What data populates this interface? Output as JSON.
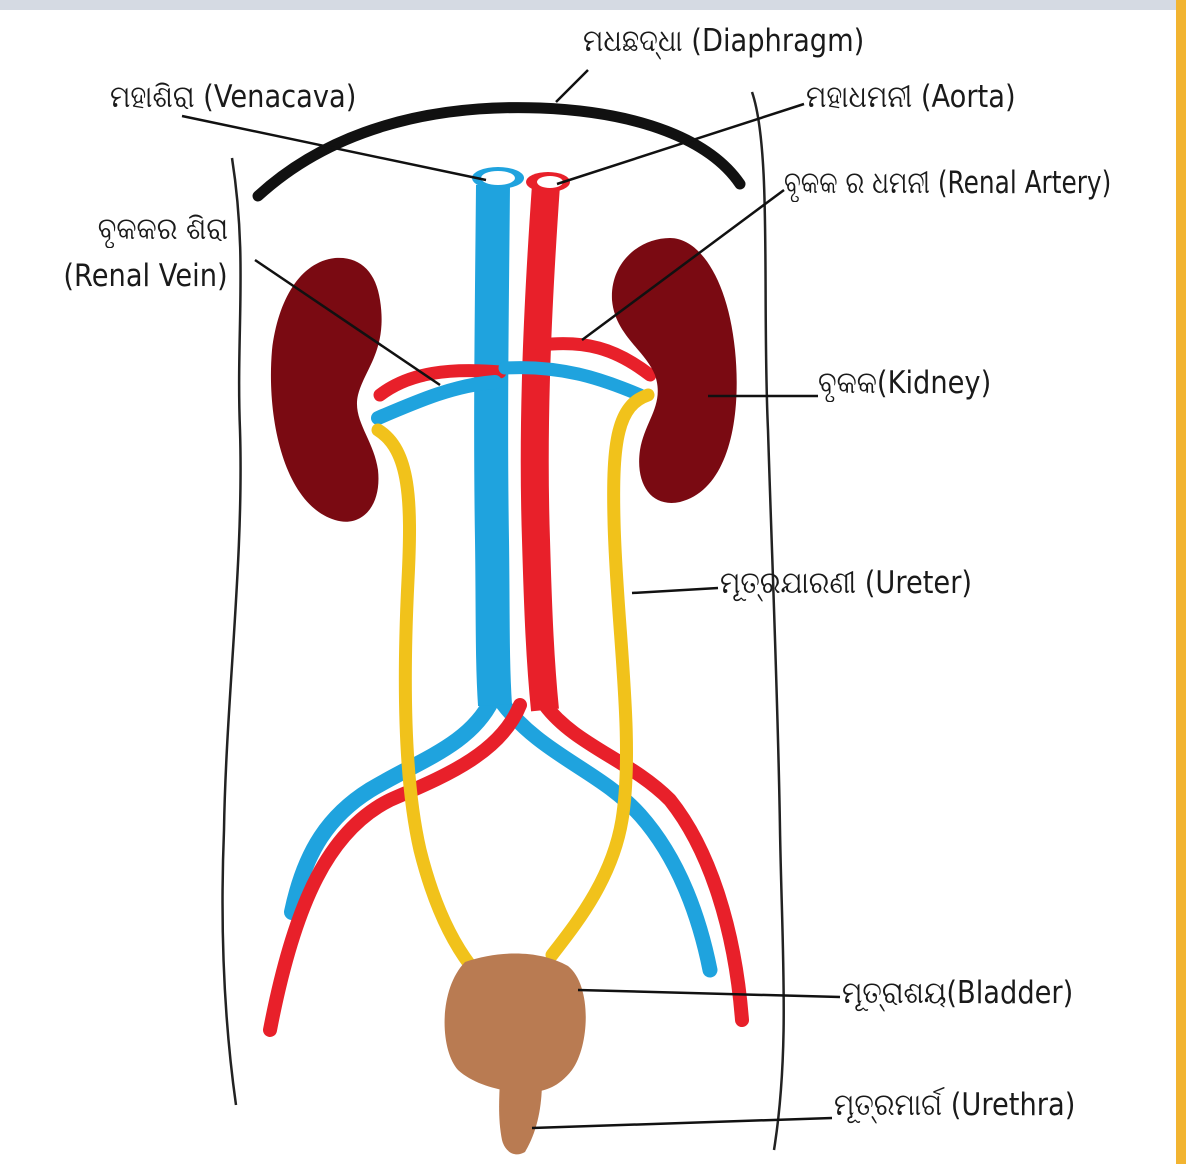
{
  "diagram": {
    "colors": {
      "vein": "#1fa3de",
      "artery": "#e8202a",
      "kidney": "#7a0a12",
      "ureter": "#f1c21b",
      "bladder": "#b97b52",
      "diaphragm": "#111111",
      "outline": "#222222",
      "top_bar": "#d5dae3",
      "side_bar": "#f2b431"
    },
    "labels": {
      "diaphragm": "ମଧଛଦ୍ଧା (Diaphragm)",
      "venacava": "ମହାଶିରା (Venacava)",
      "aorta": "ମହାଧମନୀ (Aorta)",
      "renal_artery": "ବୃକକ ର ଧମନୀ (Renal Artery)",
      "renal_vein_line1": "ବୃକକର ଶିରା",
      "renal_vein_line2": "(Renal Vein)",
      "kidney": "ବୃକକ(Kidney)",
      "ureter": "ମୂତ୍ରଯାରଣୀ (Ureter)",
      "bladder": "ମୂତ୍ରାଶୟ(Bladder)",
      "urethra": "ମୂତ୍ରମାର୍ଗ (Urethra)"
    }
  }
}
